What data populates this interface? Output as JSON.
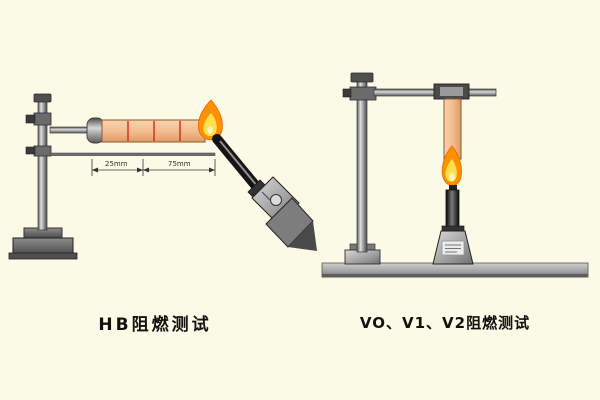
{
  "page": {
    "background_color": "#FAFAE6",
    "type": "flammability-test-diagram"
  },
  "figures": {
    "hb": {
      "caption": "HB阻燃测试",
      "dimension_labels": [
        "25mm",
        "75mm"
      ]
    },
    "v": {
      "caption": "VO、V1、V2阻燃测试"
    }
  },
  "colors": {
    "specimen": "#F3BE92",
    "specimen_mark": "#CC2200",
    "flame_outer": "#FF9100",
    "flame_inner": "#FFE14D",
    "metal_dark": "#555555",
    "metal_light": "#CCCCCC",
    "base_plate": "#A9A9A9"
  }
}
